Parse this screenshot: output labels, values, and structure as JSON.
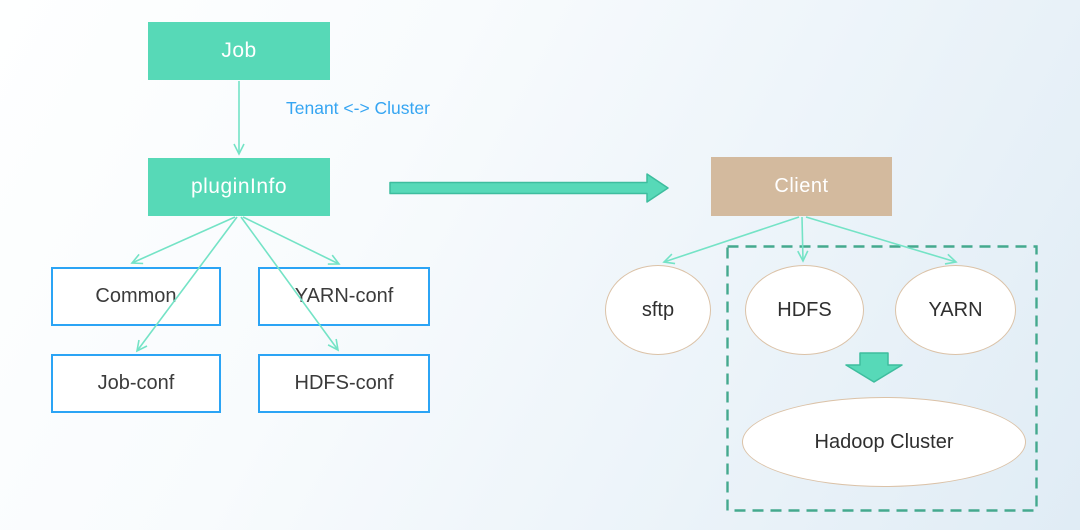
{
  "diagram": {
    "nodes": {
      "job": {
        "label": "Job"
      },
      "plugin_info": {
        "label": "pluginInfo"
      },
      "common": {
        "label": "Common"
      },
      "yarn_conf": {
        "label": "YARN-conf"
      },
      "job_conf": {
        "label": "Job-conf"
      },
      "hdfs_conf": {
        "label": "HDFS-conf"
      },
      "client": {
        "label": "Client"
      },
      "sftp": {
        "label": "sftp"
      },
      "hdfs": {
        "label": "HDFS"
      },
      "yarn": {
        "label": "YARN"
      },
      "hadoop_cluster": {
        "label": "Hadoop Cluster"
      }
    },
    "edge_label": "Tenant <-> Cluster",
    "colors": {
      "node_green": "#57d9b7",
      "node_tan": "#d3ba9e",
      "thin_arrow": "#74e3c6",
      "block_arrow_fill": "#57d9b8",
      "block_arrow_stroke": "#3ebd9e",
      "blue_box_border": "#2ba4f5",
      "blue_label_text": "#35a5f2",
      "dashed_boundary": "#44a98e",
      "ellipse_border": "#dbc2a7",
      "dark_text": "#3b3b3b",
      "background_start": "#feffff",
      "background_end": "#e0ecf5"
    }
  }
}
